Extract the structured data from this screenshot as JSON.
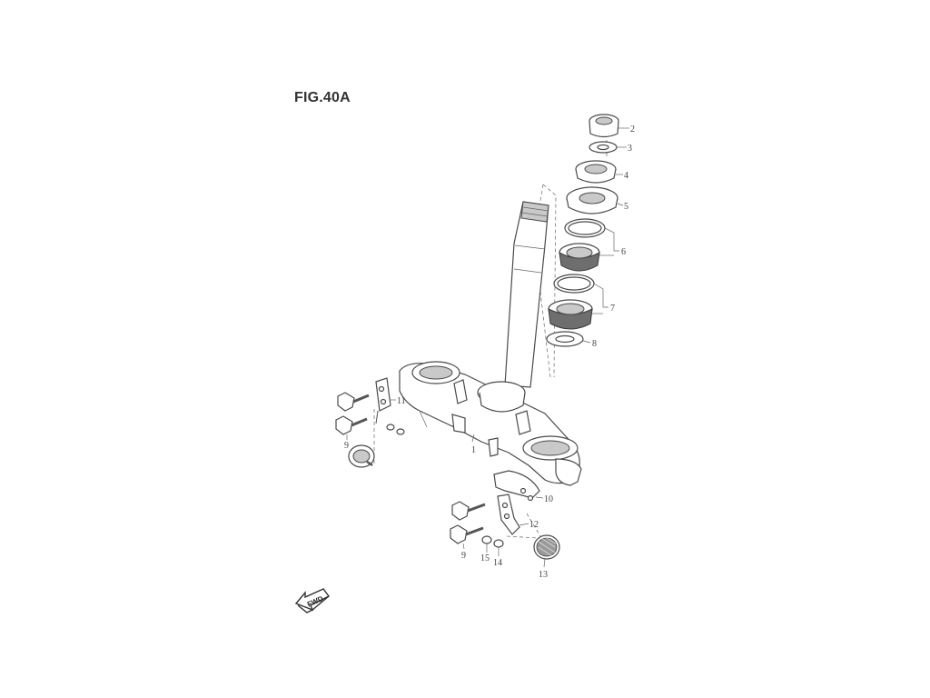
{
  "figure": {
    "title": "FIG.40A",
    "fwd_label": "FWD"
  },
  "callouts": [
    {
      "id": "c1",
      "label": "1"
    },
    {
      "id": "c2",
      "label": "2"
    },
    {
      "id": "c3",
      "label": "3"
    },
    {
      "id": "c4",
      "label": "4"
    },
    {
      "id": "c5",
      "label": "5"
    },
    {
      "id": "c6",
      "label": "6"
    },
    {
      "id": "c7",
      "label": "7"
    },
    {
      "id": "c8",
      "label": "8"
    },
    {
      "id": "c9a",
      "label": "9"
    },
    {
      "id": "c9b",
      "label": "9"
    },
    {
      "id": "c10",
      "label": "10"
    },
    {
      "id": "c11",
      "label": "11"
    },
    {
      "id": "c12",
      "label": "12"
    },
    {
      "id": "c13",
      "label": "13"
    },
    {
      "id": "c14",
      "label": "14"
    },
    {
      "id": "c15",
      "label": "15"
    }
  ]
}
